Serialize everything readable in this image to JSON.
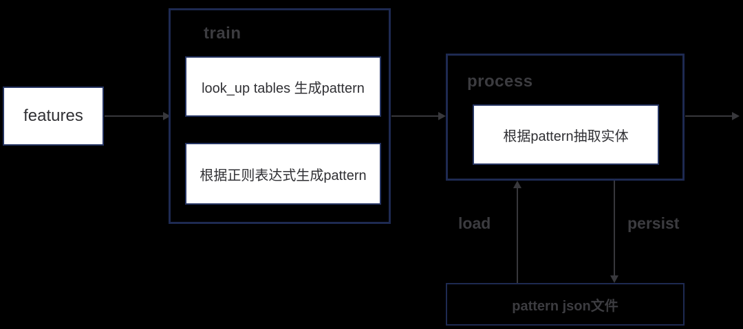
{
  "colors": {
    "background": "#000000",
    "container_border": "#1e2a52",
    "box_border": "#263563",
    "box_fill": "#ffffff",
    "box_text": "#303034",
    "dark_label": "#3c3c40",
    "arrow": "#38383c"
  },
  "nodes": {
    "features": {
      "label": "features"
    },
    "train": {
      "title": "train",
      "items": [
        {
          "label": "look_up tables 生成pattern"
        },
        {
          "label": "根据正则表达式生成pattern"
        }
      ]
    },
    "process": {
      "title": "process",
      "items": [
        {
          "label": "根据pattern抽取实体"
        }
      ]
    },
    "pattern_json": {
      "label": "pattern json文件"
    }
  },
  "edge_labels": {
    "load": "load",
    "persist": "persist"
  }
}
